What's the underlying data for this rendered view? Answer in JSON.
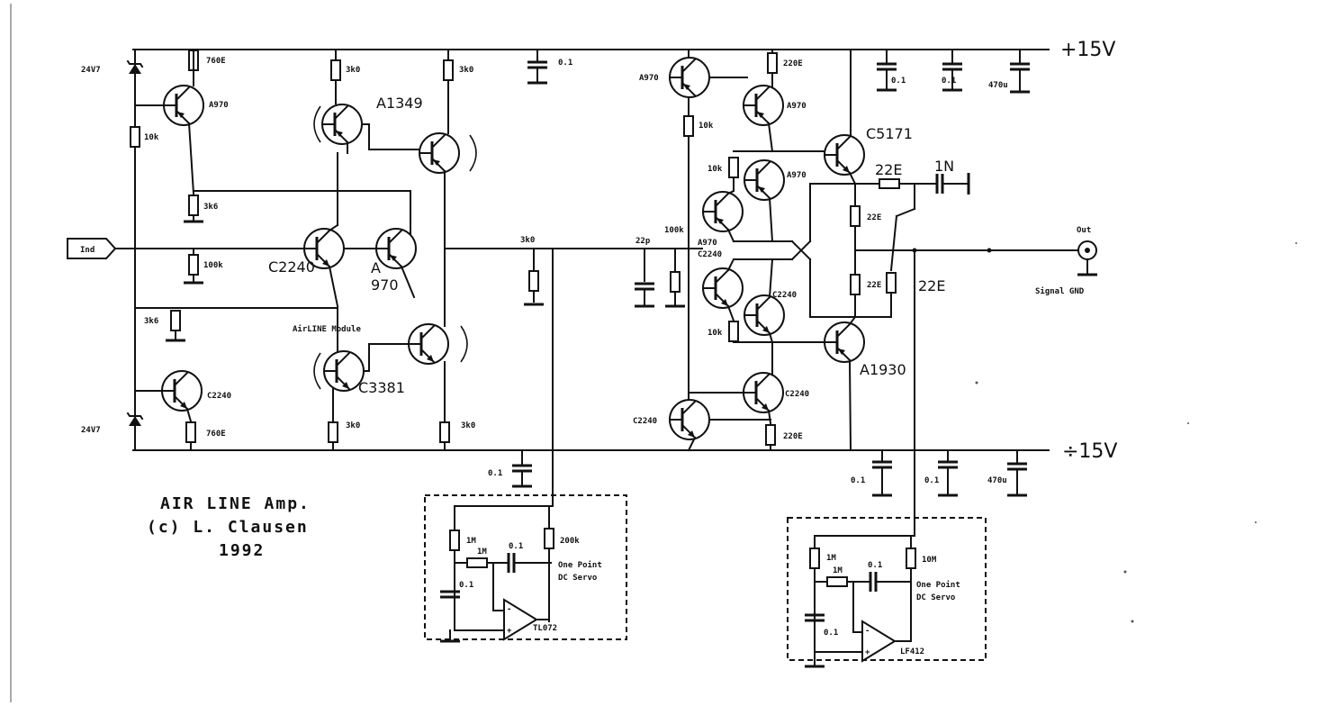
{
  "title": {
    "line1": "AIR LINE Amp.",
    "line2": "(c) L. Clausen",
    "line3": "1992"
  },
  "rails": {
    "pos": "+15V",
    "neg": "÷15V"
  },
  "io": {
    "input": "Ind",
    "output": "Out",
    "ground": "Signal GND"
  },
  "module_label": "AirLINE Module",
  "servo": {
    "left": {
      "opamp": "TL072",
      "label1": "One Point",
      "label2": "DC Servo",
      "r1": "1M",
      "r2": "1M",
      "c1": "0.1",
      "c2": "0.1",
      "rfb": "200k"
    },
    "right": {
      "opamp": "LF412",
      "label1": "One Point",
      "label2": "DC Servo",
      "r1": "1M",
      "r2": "1M",
      "c1": "0.1",
      "c2": "0.1",
      "rfb": "10M"
    }
  },
  "transistors": {
    "q_ccs_top": "A970",
    "q_ccs_bot": "C2240",
    "q_diff_a": "C2240",
    "q_diff_b_letter": "A",
    "q_diff_b": "970",
    "q_a1349": "A1349",
    "q_c3381": "C3381",
    "q_vas_top": "A970",
    "q_vas_top2": "A970",
    "q_drv_p": "A970",
    "q_pre_p": "A970",
    "q_pre_n": "C2240",
    "q_drv_n": "C2240",
    "q_vas_bot": "C2240",
    "q_vas_bot2": "C2240",
    "q_out_n": "C5171",
    "q_out_p": "A1930"
  },
  "components": {
    "z1": "24V7",
    "z2": "24V7",
    "r_760a": "760E",
    "r_760b": "760E",
    "r_10k": "10k",
    "r_3k6_a": "3k6",
    "r_100k": "100k",
    "r_3k6_b": "3k6",
    "r_3k0_a": "3k0",
    "r_3k0_b": "3k0",
    "r_3k0_c": "3k0",
    "r_3k0_d": "3k0",
    "r_3k0_in": "3k0",
    "c_top": "0.1",
    "c_bot": "0.1",
    "c_22p": "22p",
    "r_100k_b": "100k",
    "r_220_top": "220E",
    "r_10k_b": "10k",
    "r_10k_c": "10k",
    "r_10k_d": "10k",
    "r_220_bot": "220E",
    "r_22_a": "22E",
    "r_22_b": "22E",
    "r_22_c": "22E",
    "r_22e_out": "22E",
    "c_1u": "1N",
    "c_rail1": "0.1",
    "c_rail2": "0.1",
    "c_rail3": "470u",
    "c_rail4": "0.1",
    "c_rail5": "0.1",
    "c_rail6": "470u"
  }
}
